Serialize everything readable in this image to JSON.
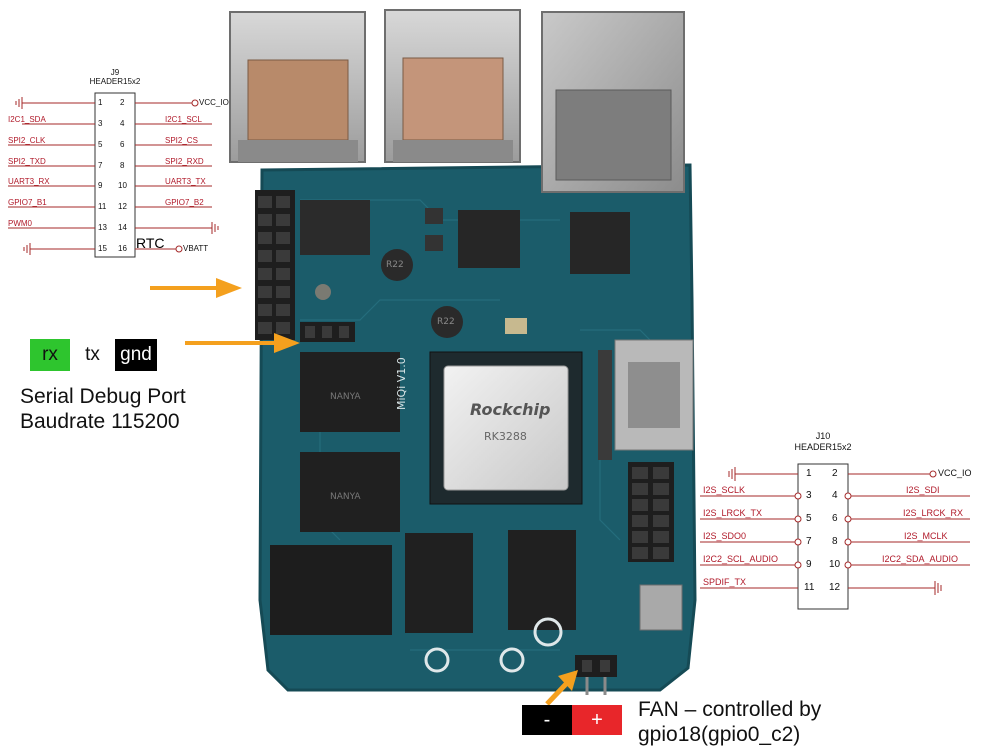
{
  "j9": {
    "ref": "J9",
    "part": "HEADER15x2",
    "left_labels": [
      "",
      "I2C1_SDA",
      "SPI2_CLK",
      "SPI2_TXD",
      "UART3_RX",
      "GPIO7_B1",
      "PWM0",
      ""
    ],
    "left_pins": [
      "1",
      "3",
      "5",
      "7",
      "9",
      "11",
      "13",
      "15"
    ],
    "right_pins": [
      "2",
      "4",
      "6",
      "8",
      "10",
      "12",
      "14",
      "16"
    ],
    "right_labels": [
      "VCC_IO",
      "I2C1_SCL",
      "SPI2_CS",
      "SPI2_RXD",
      "UART3_TX",
      "GPIO7_B2",
      "",
      "VBATT"
    ],
    "rtc_note": "RTC"
  },
  "j10": {
    "ref": "J10",
    "part": "HEADER15x2",
    "left_labels": [
      "",
      "I2S_SCLK",
      "I2S_LRCK_TX",
      "I2S_SDO0",
      "I2C2_SCL_AUDIO",
      "SPDIF_TX"
    ],
    "left_pins": [
      "1",
      "3",
      "5",
      "7",
      "9",
      "11"
    ],
    "right_pins": [
      "2",
      "4",
      "6",
      "8",
      "10",
      "12"
    ],
    "right_labels": [
      "VCC_IO",
      "I2S_SDI",
      "I2S_LRCK_RX",
      "I2S_MCLK",
      "I2C2_SDA_AUDIO",
      ""
    ]
  },
  "serial": {
    "rx": "rx",
    "tx": "tx",
    "gnd": "gnd",
    "title_line1": "Serial Debug Port",
    "title_line2": "Baudrate 115200"
  },
  "fan": {
    "minus": "-",
    "plus": "+",
    "line1": "FAN – controlled by",
    "line2": "gpio18(gpio0_c2)"
  },
  "board": {
    "soc_brand": "Rockchip",
    "soc_model": "RK3288",
    "board_version": "MiQi V1.0",
    "mem_brand": "NANYA",
    "chip_label_1": "R22",
    "chip_label_2": "R22"
  },
  "colors": {
    "board": "#1c5d6b",
    "arrow": "#f4a01e",
    "rx_bg": "#2ec52e",
    "gnd_bg": "#000000",
    "minus_bg": "#000000",
    "plus_bg": "#e8262a",
    "schematic_line": "#a52a2a",
    "schematic_text": "#b01a2a"
  }
}
